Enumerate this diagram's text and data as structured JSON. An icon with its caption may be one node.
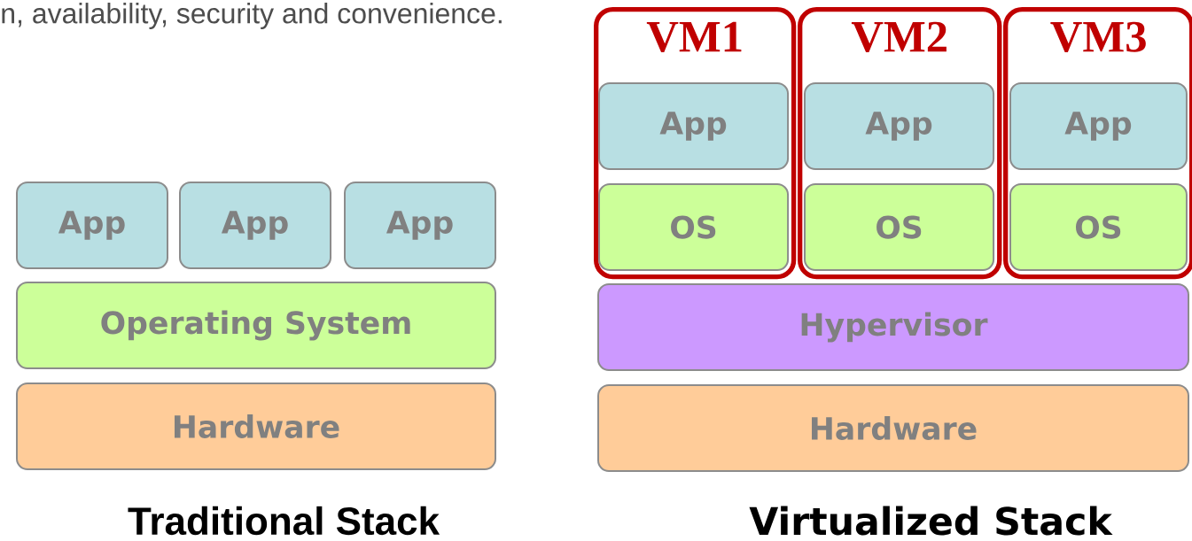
{
  "diagram": {
    "nodes": [
      {
        "text": [
          "App"
        ]
      },
      {
        "text": [
          "App"
        ]
      },
      {
        "text": [
          "App"
        ]
      },
      {
        "text": [
          "Operating System"
        ]
      },
      {
        "text": [
          "Hardware"
        ]
      },
      {
        "text": [
          "VM1"
        ]
      },
      {
        "text": [
          "App"
        ],
        "in": 5
      },
      {
        "text": [
          "OS"
        ],
        "in": 5
      },
      {
        "text": [
          "VM2"
        ]
      },
      {
        "text": [
          "App"
        ],
        "in": 8
      },
      {
        "text": [
          "OS"
        ],
        "in": 8
      },
      {
        "text": [
          "VM3"
        ]
      },
      {
        "text": [
          "App"
        ],
        "in": 11
      },
      {
        "text": [
          "OS"
        ],
        "in": 11
      },
      {
        "text": [
          "Hypervisor"
        ]
      },
      {
        "text": [
          "Hardware"
        ]
      }
    ],
    "labels": [
      "n, availability, security and convenience.",
      "Traditional Stack",
      "Virtualized Stack"
    ]
  }
}
